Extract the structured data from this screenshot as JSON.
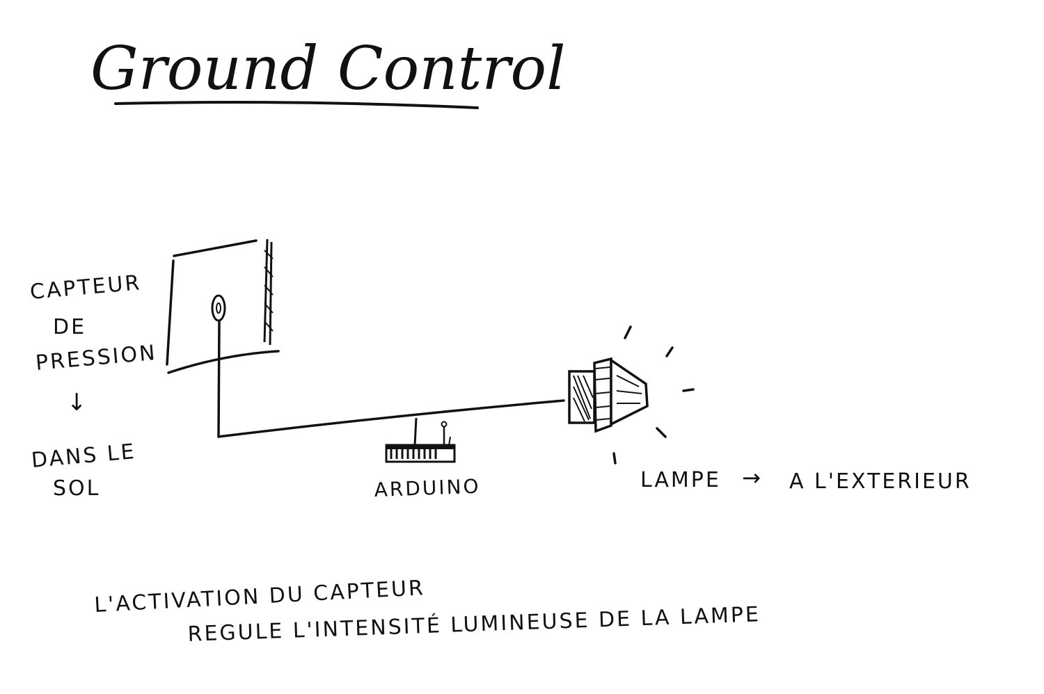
{
  "title": "Ground Control",
  "sensor_label": {
    "line1": "CAPTEUR",
    "line2": "DE",
    "line3": "PRESSION",
    "arrow": "↓",
    "line4": "DANS LE",
    "line5": "SOL"
  },
  "arduino_label": "ARDUINO",
  "lamp_label": "LAMPE",
  "lamp_arrow": "→",
  "lamp_location": "A L'EXTERIEUR",
  "caption": {
    "line1": "L'ACTIVATION DU CAPTEUR",
    "line2": "REGULE L'INTENSITÉ LUMINEUSE DE LA LAMPE"
  },
  "colors": {
    "ink": "#111111",
    "paper": "#ffffff"
  }
}
